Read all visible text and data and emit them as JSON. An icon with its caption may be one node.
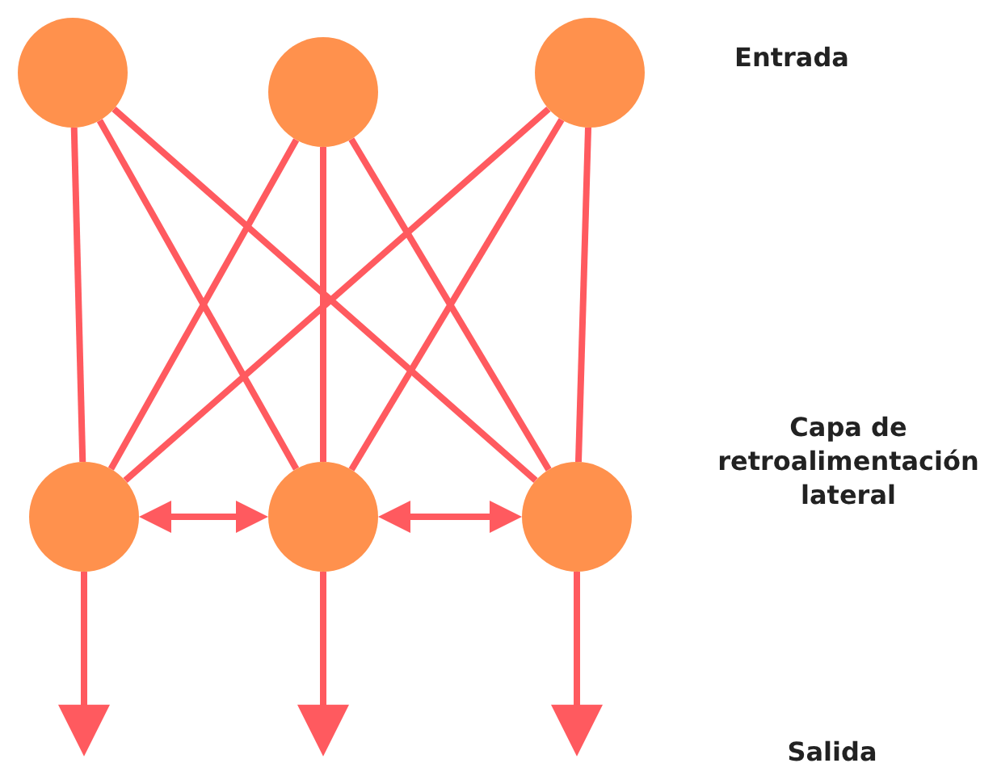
{
  "diagram": {
    "nodes": [
      {
        "text": [],
        "shape": "circle"
      },
      {
        "text": [],
        "shape": "circle"
      },
      {
        "text": [],
        "shape": "circle"
      },
      {
        "text": [],
        "shape": "circle"
      },
      {
        "text": [],
        "shape": "circle"
      },
      {
        "text": [],
        "shape": "circle"
      }
    ],
    "edges": [
      {
        "from": 0,
        "to": 3,
        "arrow": "none"
      },
      {
        "from": 0,
        "to": 4,
        "arrow": "none"
      },
      {
        "from": 0,
        "to": 5,
        "arrow": "none"
      },
      {
        "from": 1,
        "to": 3,
        "arrow": "none"
      },
      {
        "from": 1,
        "to": 4,
        "arrow": "none"
      },
      {
        "from": 1,
        "to": 5,
        "arrow": "none"
      },
      {
        "from": 2,
        "to": 3,
        "arrow": "none"
      },
      {
        "from": 2,
        "to": 4,
        "arrow": "none"
      },
      {
        "from": 2,
        "to": 5,
        "arrow": "none"
      },
      {
        "from": 3,
        "to": 4,
        "arrow": "both"
      },
      {
        "from": 4,
        "to": 5,
        "arrow": "both"
      },
      {
        "from": 3,
        "to": null,
        "arrow": "to"
      },
      {
        "from": 4,
        "to": null,
        "arrow": "to"
      },
      {
        "from": 5,
        "to": null,
        "arrow": "to"
      }
    ],
    "labels": [
      "Entrada",
      "Capa de retroalimentación lateral",
      "Salida"
    ]
  }
}
